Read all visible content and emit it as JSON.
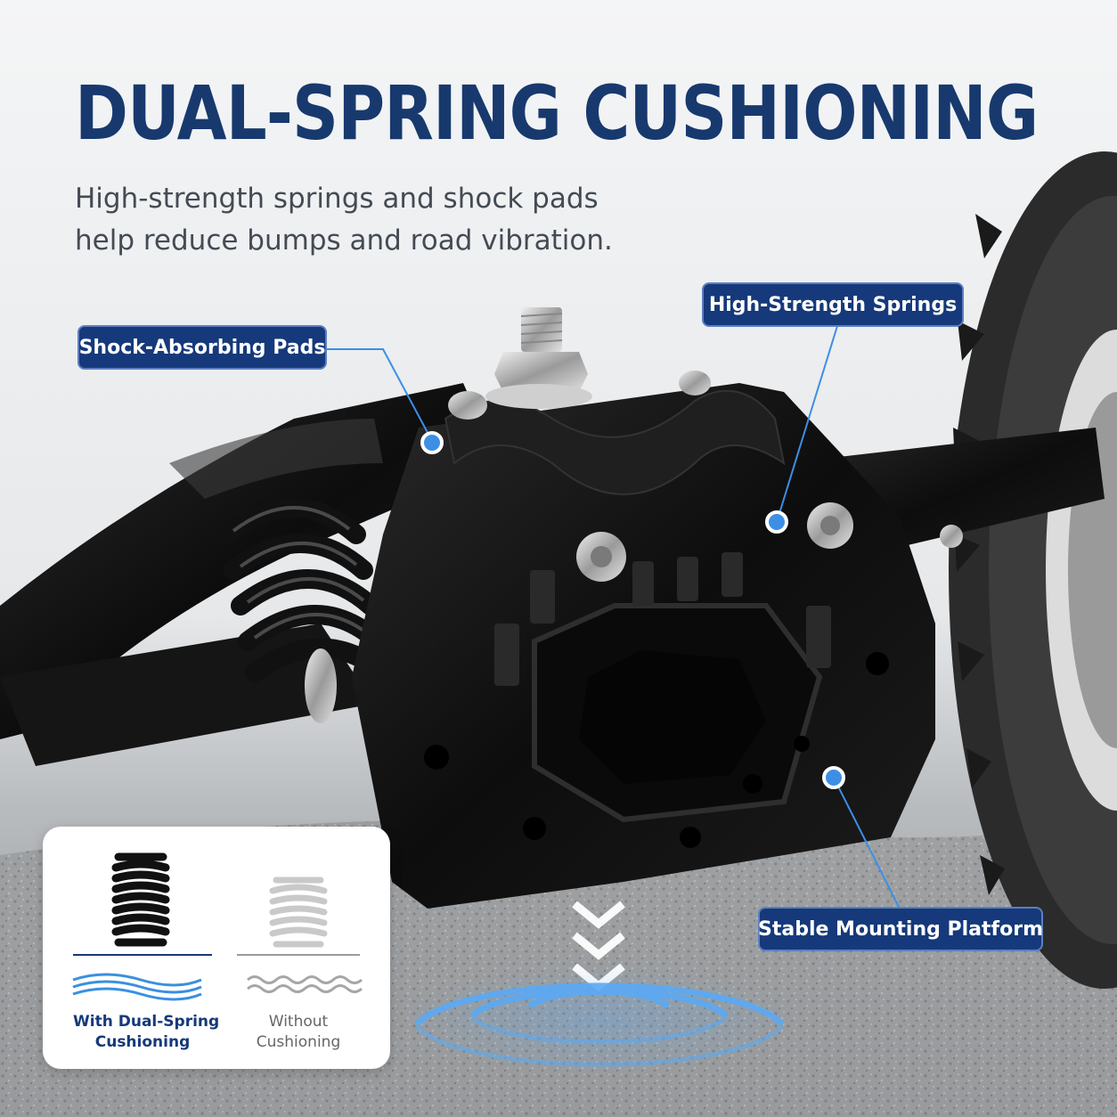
{
  "headline": "DUAL-SPRING CUSHIONING",
  "subtitle": {
    "line1": "High-strength springs and shock pads",
    "line2": "help reduce bumps and road vibration."
  },
  "callouts": {
    "shock_pads": "Shock-Absorbing Pads",
    "springs": "High-Strength Springs",
    "platform": "Stable Mounting Platform"
  },
  "comparison": {
    "with": {
      "line1": "With Dual-Spring",
      "line2": "Cushioning"
    },
    "without": {
      "line1": "Without",
      "line2": "Cushioning"
    }
  },
  "colors": {
    "brand_navy": "#17396e",
    "callout_bg": "#15397a",
    "accent_blue": "#3d8fe6",
    "text_gray": "#444b54"
  }
}
